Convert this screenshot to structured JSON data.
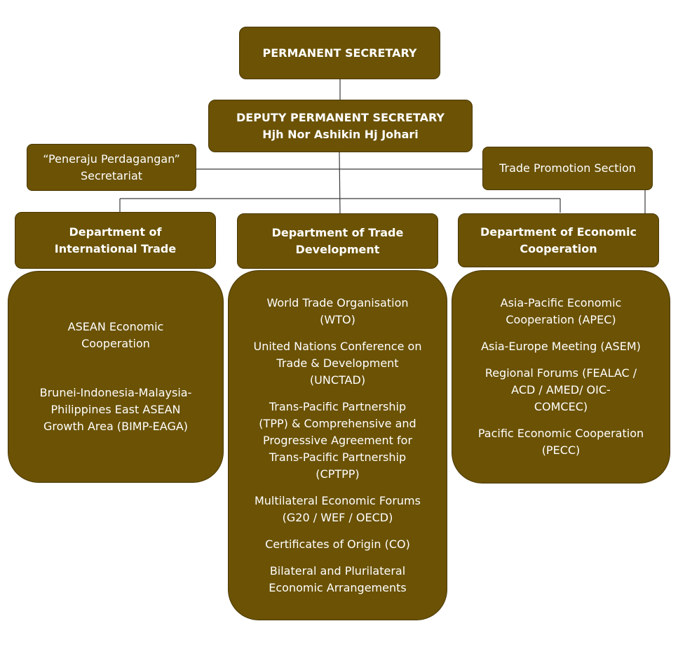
{
  "org": {
    "top": {
      "title": "PERMANENT SECRETARY"
    },
    "deputy": {
      "title": "DEPUTY PERMANENT SECRETARY",
      "name": "Hjh Nor Ashikin Hj Johari"
    },
    "secretariat": {
      "line1": "“Peneraju Perdagangan”",
      "line2": "Secretariat"
    },
    "trade_promotion": {
      "label": "Trade Promotion Section"
    },
    "departments": [
      {
        "line1": "Department of",
        "line2": "International Trade",
        "items": [
          [
            "ASEAN Economic",
            "Cooperation"
          ],
          [
            "Brunei-Indonesia-Malaysia-",
            "Philippines East ASEAN",
            "Growth Area (BIMP-EAGA)"
          ]
        ]
      },
      {
        "line1": "Department of Trade",
        "line2": "Development",
        "items": [
          [
            "World Trade Organisation",
            "(WTO)"
          ],
          [
            "United Nations Conference on",
            "Trade & Development",
            "(UNCTAD)"
          ],
          [
            "Trans-Pacific Partnership",
            "(TPP) & Comprehensive and",
            "Progressive Agreement for",
            "Trans-Pacific Partnership",
            "(CPTPP)"
          ],
          [
            "Multilateral Economic Forums",
            "(G20 / WEF / OECD)"
          ],
          [
            "Certificates of Origin (CO)"
          ],
          [
            "Bilateral and Plurilateral",
            "Economic Arrangements"
          ]
        ]
      },
      {
        "line1": "Department of Economic",
        "line2": "Cooperation",
        "items": [
          [
            "Asia-Pacific Economic",
            "Cooperation (APEC)"
          ],
          [
            "Asia-Europe Meeting (ASEM)"
          ],
          [
            "Regional Forums (FEALAC /",
            "ACD / AMED/ OIC-",
            "COMCEC)"
          ],
          [
            "Pacific Economic Cooperation",
            "(PECC)"
          ]
        ]
      }
    ]
  },
  "colors": {
    "box_fill": "#6b5204",
    "text": "#ffffff",
    "connector": "#3a3a3a"
  }
}
